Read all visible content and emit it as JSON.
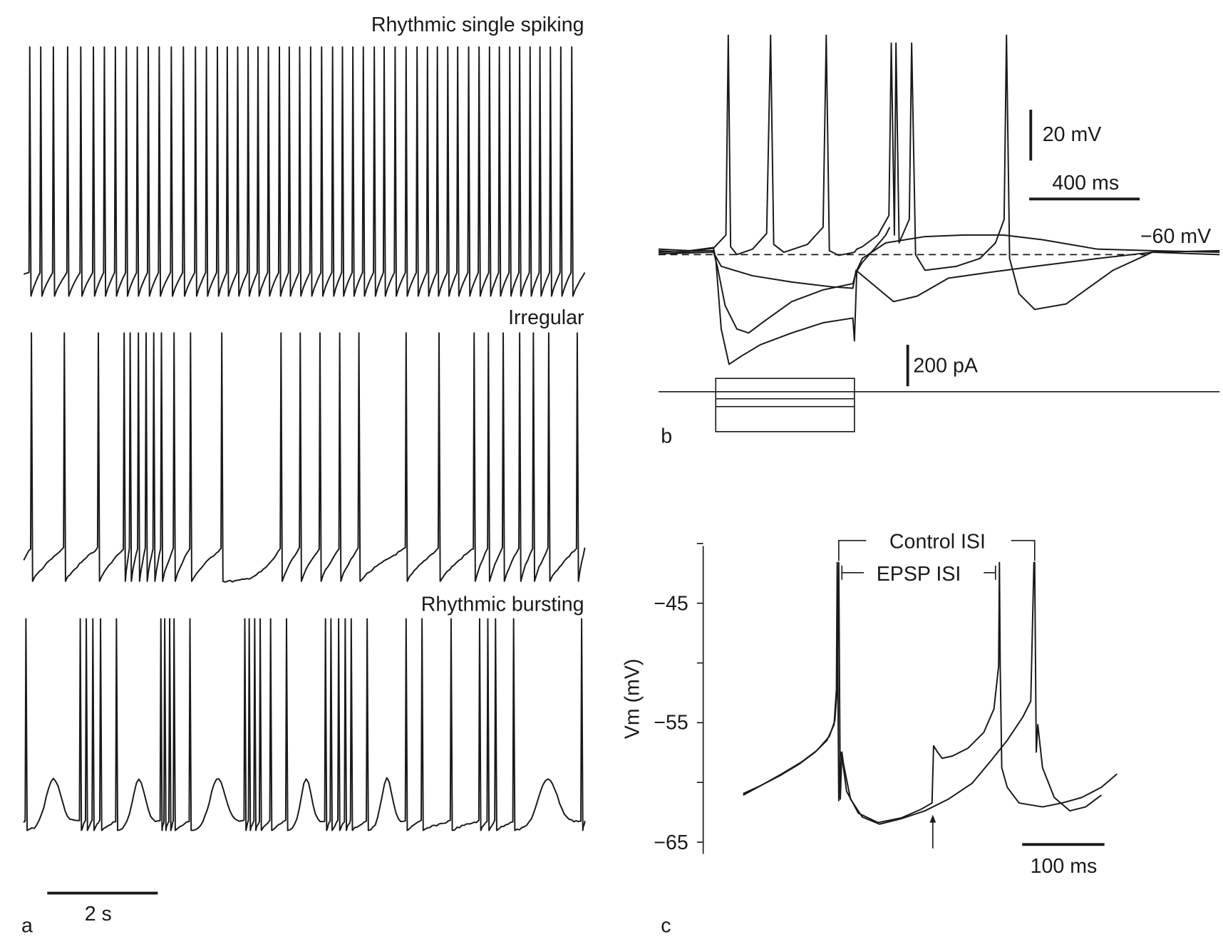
{
  "chart_data": [
    {
      "panel": "a",
      "type": "line",
      "panel_label": "a",
      "time_unit": "s",
      "scale_bar": {
        "label": "2 s",
        "value": 2
      },
      "traces": [
        {
          "title": "Rhythmic single spiking",
          "spike_times": [
            0.11,
            0.31,
            0.54,
            0.8,
            1.04,
            1.27,
            1.47,
            1.67,
            1.87,
            2.07,
            2.27,
            2.47,
            2.69,
            2.91,
            3.13,
            3.33,
            3.53,
            3.71,
            3.9,
            4.09,
            4.27,
            4.46,
            4.66,
            4.84,
            5.03,
            5.23,
            5.43,
            5.63,
            5.81,
            6.0,
            6.19,
            6.39,
            6.57,
            6.77,
            6.97,
            7.17,
            7.36,
            7.54,
            7.73,
            7.91,
            8.11,
            8.3,
            8.49,
            8.67,
            8.86,
            9.04,
            9.23,
            9.41,
            9.6,
            9.79,
            9.99
          ]
        },
        {
          "title": "Irregular",
          "spike_times": [
            0.14,
            0.74,
            1.36,
            1.83,
            1.94,
            2.09,
            2.23,
            2.37,
            2.51,
            2.74,
            3.04,
            3.61,
            4.69,
            5.04,
            5.4,
            5.76,
            6.11,
            6.97,
            7.57,
            8.21,
            8.47,
            8.74,
            9.04,
            9.29,
            9.57,
            10.09
          ]
        },
        {
          "title": "Rhythmic bursting",
          "spike_times": [
            0.04,
            1.03,
            1.14,
            1.26,
            1.4,
            1.69,
            2.5,
            2.57,
            2.66,
            2.74,
            3.03,
            4.03,
            4.11,
            4.21,
            4.31,
            4.5,
            4.79,
            5.5,
            5.6,
            5.74,
            5.86,
            5.97,
            6.26,
            6.97,
            7.26,
            7.79,
            8.31,
            8.46,
            8.6,
            8.93,
            10.17
          ]
        }
      ]
    },
    {
      "panel": "b",
      "type": "line",
      "panel_label": "b",
      "scale_bars": {
        "voltage": "20 mV",
        "time": "400 ms",
        "current": "200 pA"
      },
      "reference_level": "−60 mV"
    },
    {
      "panel": "c",
      "type": "line",
      "panel_label": "c",
      "ylabel": "Vm (mV)",
      "ylim": [
        -66,
        -40
      ],
      "yticks": [
        -40,
        -45,
        -50,
        -55,
        -60,
        -65
      ],
      "ytick_labels": [
        "−45",
        "−55",
        "−65"
      ],
      "scale_bar": "100 ms",
      "annotations": [
        "Control ISI",
        "EPSP ISI"
      ]
    }
  ]
}
